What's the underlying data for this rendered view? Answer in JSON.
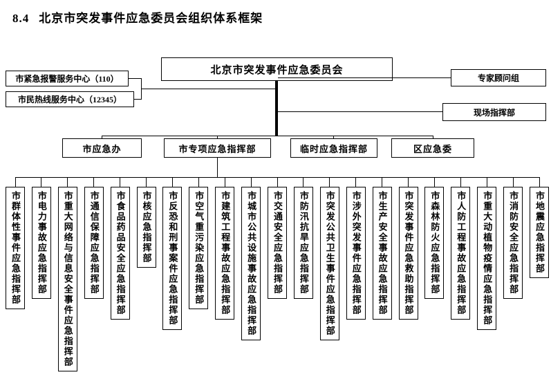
{
  "page": {
    "section_number": "8.4",
    "title": "北京市突发事件应急委员会组织体系框架"
  },
  "colors": {
    "background": "#ffffff",
    "line": "#000000",
    "text": "#000000"
  },
  "org": {
    "root": "北京市突发事件应急委员会",
    "left_boxes": [
      "市紧急报警服务中心（110）",
      "市民热线服务中心（12345）"
    ],
    "right_boxes": [
      "专家顾问组",
      "现场指挥部"
    ],
    "level2": [
      "市应急办",
      "市专项应急指挥部",
      "临时应急指挥部",
      "区应急委"
    ],
    "sub_units": [
      "市群体性事件应急指挥部",
      "市电力事故应急指挥部",
      "市重大网络与信息安全事件应急指挥部",
      "市通信保障应急指挥部",
      "市食品药品安全应急指挥部",
      "市核应急指挥部",
      "市反恐和刑事案件应急指挥部",
      "市空气重污染应急指挥部",
      "市建筑工程事故应急指挥部",
      "市城市公共设施事故应急指挥部",
      "市交通安全应急指挥部",
      "市防汛抗旱应急指挥部",
      "市突发公共卫生事件应急指挥部",
      "市涉外突发事件应急指挥部",
      "市生产安全事故应急指挥部",
      "市突发事件应急救助指挥部",
      "市森林防火应急指挥部",
      "市人防工程事故应急指挥部",
      "市重大动植物疫情应急指挥部",
      "市消防安全应急指挥部",
      "市地震应急指挥部"
    ]
  }
}
